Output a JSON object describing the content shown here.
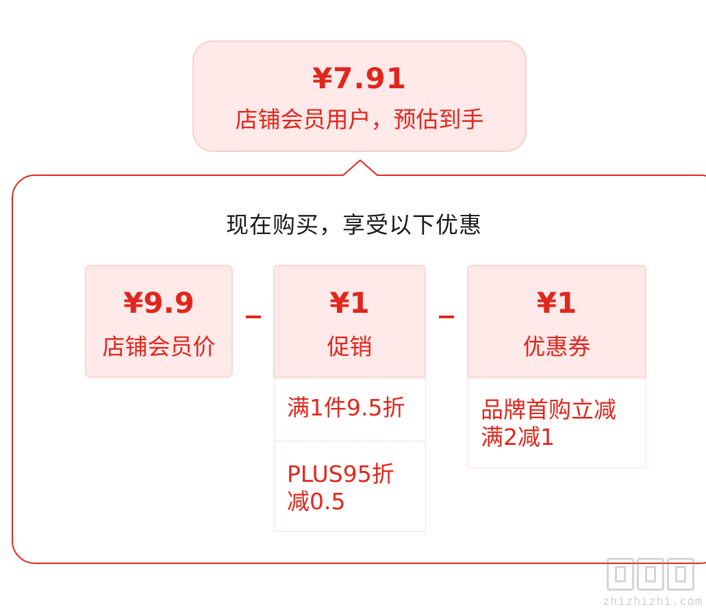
{
  "final_price": {
    "amount": "¥7.91",
    "description": "店铺会员用户，预估到手"
  },
  "discounts": {
    "title": "现在购买，享受以下优惠",
    "operator": "-",
    "member_price": {
      "amount": "¥9.9",
      "label": "店铺会员价"
    },
    "promotion": {
      "amount": "¥1",
      "label": "促销",
      "details": [
        "满1件9.5折",
        "PLUS95折减0.5"
      ]
    },
    "coupon": {
      "amount": "¥1",
      "label": "优惠券",
      "details": [
        "品牌首购立减满2减1"
      ]
    }
  },
  "watermark": {
    "text": "zhizhizhi.com"
  },
  "colors": {
    "accent": "#e1261c",
    "card_bg": "#ffe9e9",
    "text_dark": "#1a1a1a"
  }
}
